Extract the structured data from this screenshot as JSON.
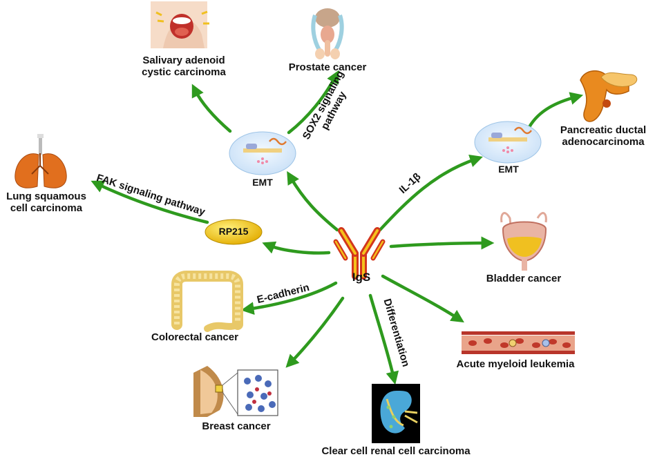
{
  "center": {
    "label": "IgS"
  },
  "nodes": {
    "salivary": "Salivary adenoid\ncystic carcinoma",
    "prostate": "Prostate cancer",
    "pancreatic": "Pancreatic ductal\nadenocarcinoma",
    "lung": "Lung squamous\ncell carcinoma",
    "bladder": "Bladder cancer",
    "colorectal": "Colorectal cancer",
    "aml": "Acute myeloid leukemia",
    "breast": "Breast cancer",
    "ccrcc": "Clear cell renal cell carcinoma",
    "emt_left": "EMT",
    "emt_right": "EMT",
    "rp215": "RP215"
  },
  "edges": {
    "sox2": "SOX2 signaling\npathway",
    "fak": "FAK signaling pathway",
    "il1b": "IL-1β",
    "ecadherin": "E-cadherin",
    "differentiation": "Differentiation"
  },
  "colors": {
    "arrow": "#2e9a1e",
    "antibody_yellow": "#f5c21b",
    "antibody_red": "#d2361c",
    "rp215_fill": "#f2c200",
    "emt_bg": "#dfeefb"
  },
  "icons": [
    "mouth-icon",
    "prostate-icon",
    "pancreas-icon",
    "lung-icon",
    "bladder-icon",
    "colon-icon",
    "blood-vessel-icon",
    "breast-icon",
    "kidney-icon",
    "antibody-icon",
    "emt-cell-icon"
  ]
}
